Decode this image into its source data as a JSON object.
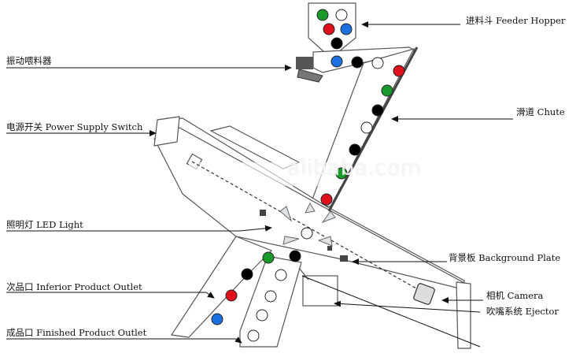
{
  "labels": {
    "feeder_hopper": "进料斗 Feeder Hopper",
    "vibration_feeder": "振动喂料器",
    "chute": "滑道 Chute",
    "power_switch": "电源开关 Power Supply Switch",
    "led_light": "照明灯 LED Light",
    "background_plate": "背景板 Background Plate",
    "inferior_outlet": "次品口 Inferior Product Outlet",
    "camera": "相机 Camera",
    "ejector": "吹嘴系统 Ejector",
    "finished_outlet": "成品口 Finished Product Outlet"
  },
  "watermark": "alibaba.com",
  "colors": {
    "green": "#1a9a2a",
    "red": "#e0101a",
    "blue": "#1b6fe0",
    "black": "#000000",
    "white": "#ffffff"
  }
}
